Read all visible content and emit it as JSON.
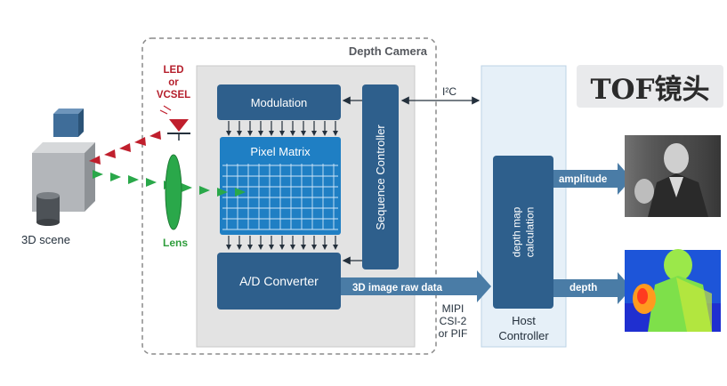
{
  "container": {
    "title": "Depth Camera"
  },
  "blocks": {
    "modulation": "Modulation",
    "pixel_matrix": "Pixel Matrix",
    "adc": "A/D Converter",
    "sequence_controller": "Sequence Controller",
    "depth_map_calc": "depth map\ncalculation",
    "host_controller": "Host\nController"
  },
  "signals": {
    "i2c": "I²C",
    "raw_data": "3D image raw data",
    "interface": "MIPI\nCSI-2\nor PIF",
    "amplitude": "amplitude",
    "depth": "depth"
  },
  "labels": {
    "scene": "3D scene",
    "lens": "Lens",
    "emitter": "LED\nor\nVCSEL"
  },
  "banner": {
    "text": "TOF镜头"
  },
  "colors": {
    "block": "#2e5f8c",
    "pixel_matrix": "#1f7fc4",
    "arrow": "#4a7ca6",
    "host_panel": "#e6f0f8",
    "camera_panel": "#e3e3e3",
    "emitted_light": "#c01f2d",
    "received_light": "#2aa84a"
  }
}
